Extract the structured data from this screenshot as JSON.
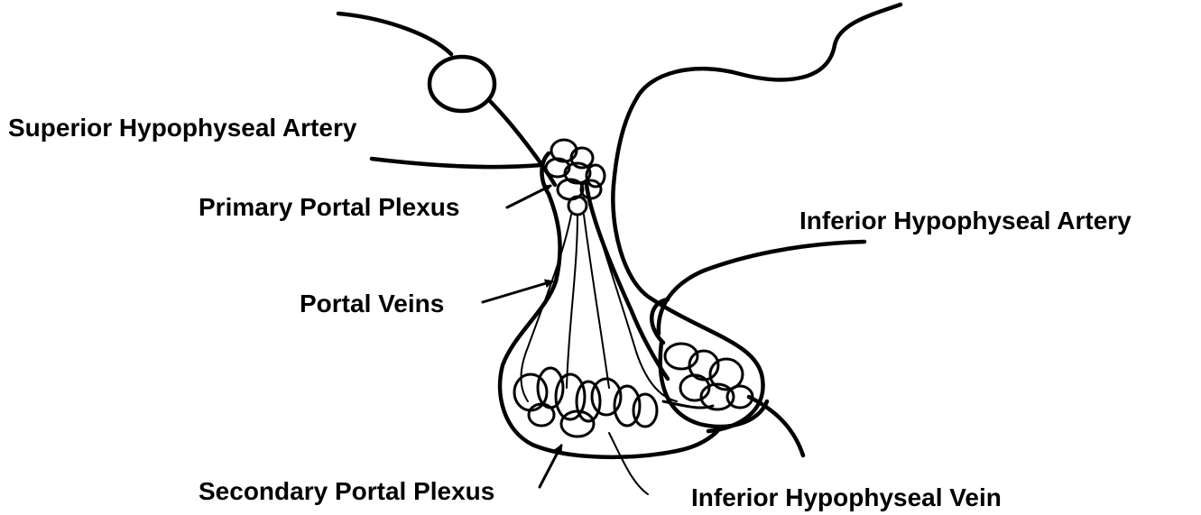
{
  "labels": {
    "superior_artery": "Superior Hypophyseal Artery",
    "primary_plexus": "Primary Portal Plexus",
    "portal_veins": "Portal Veins",
    "inferior_artery": "Inferior Hypophyseal Artery",
    "secondary_plexus": "Secondary Portal Plexus",
    "inferior_vein": "Inferior Hypophyseal Vein"
  }
}
